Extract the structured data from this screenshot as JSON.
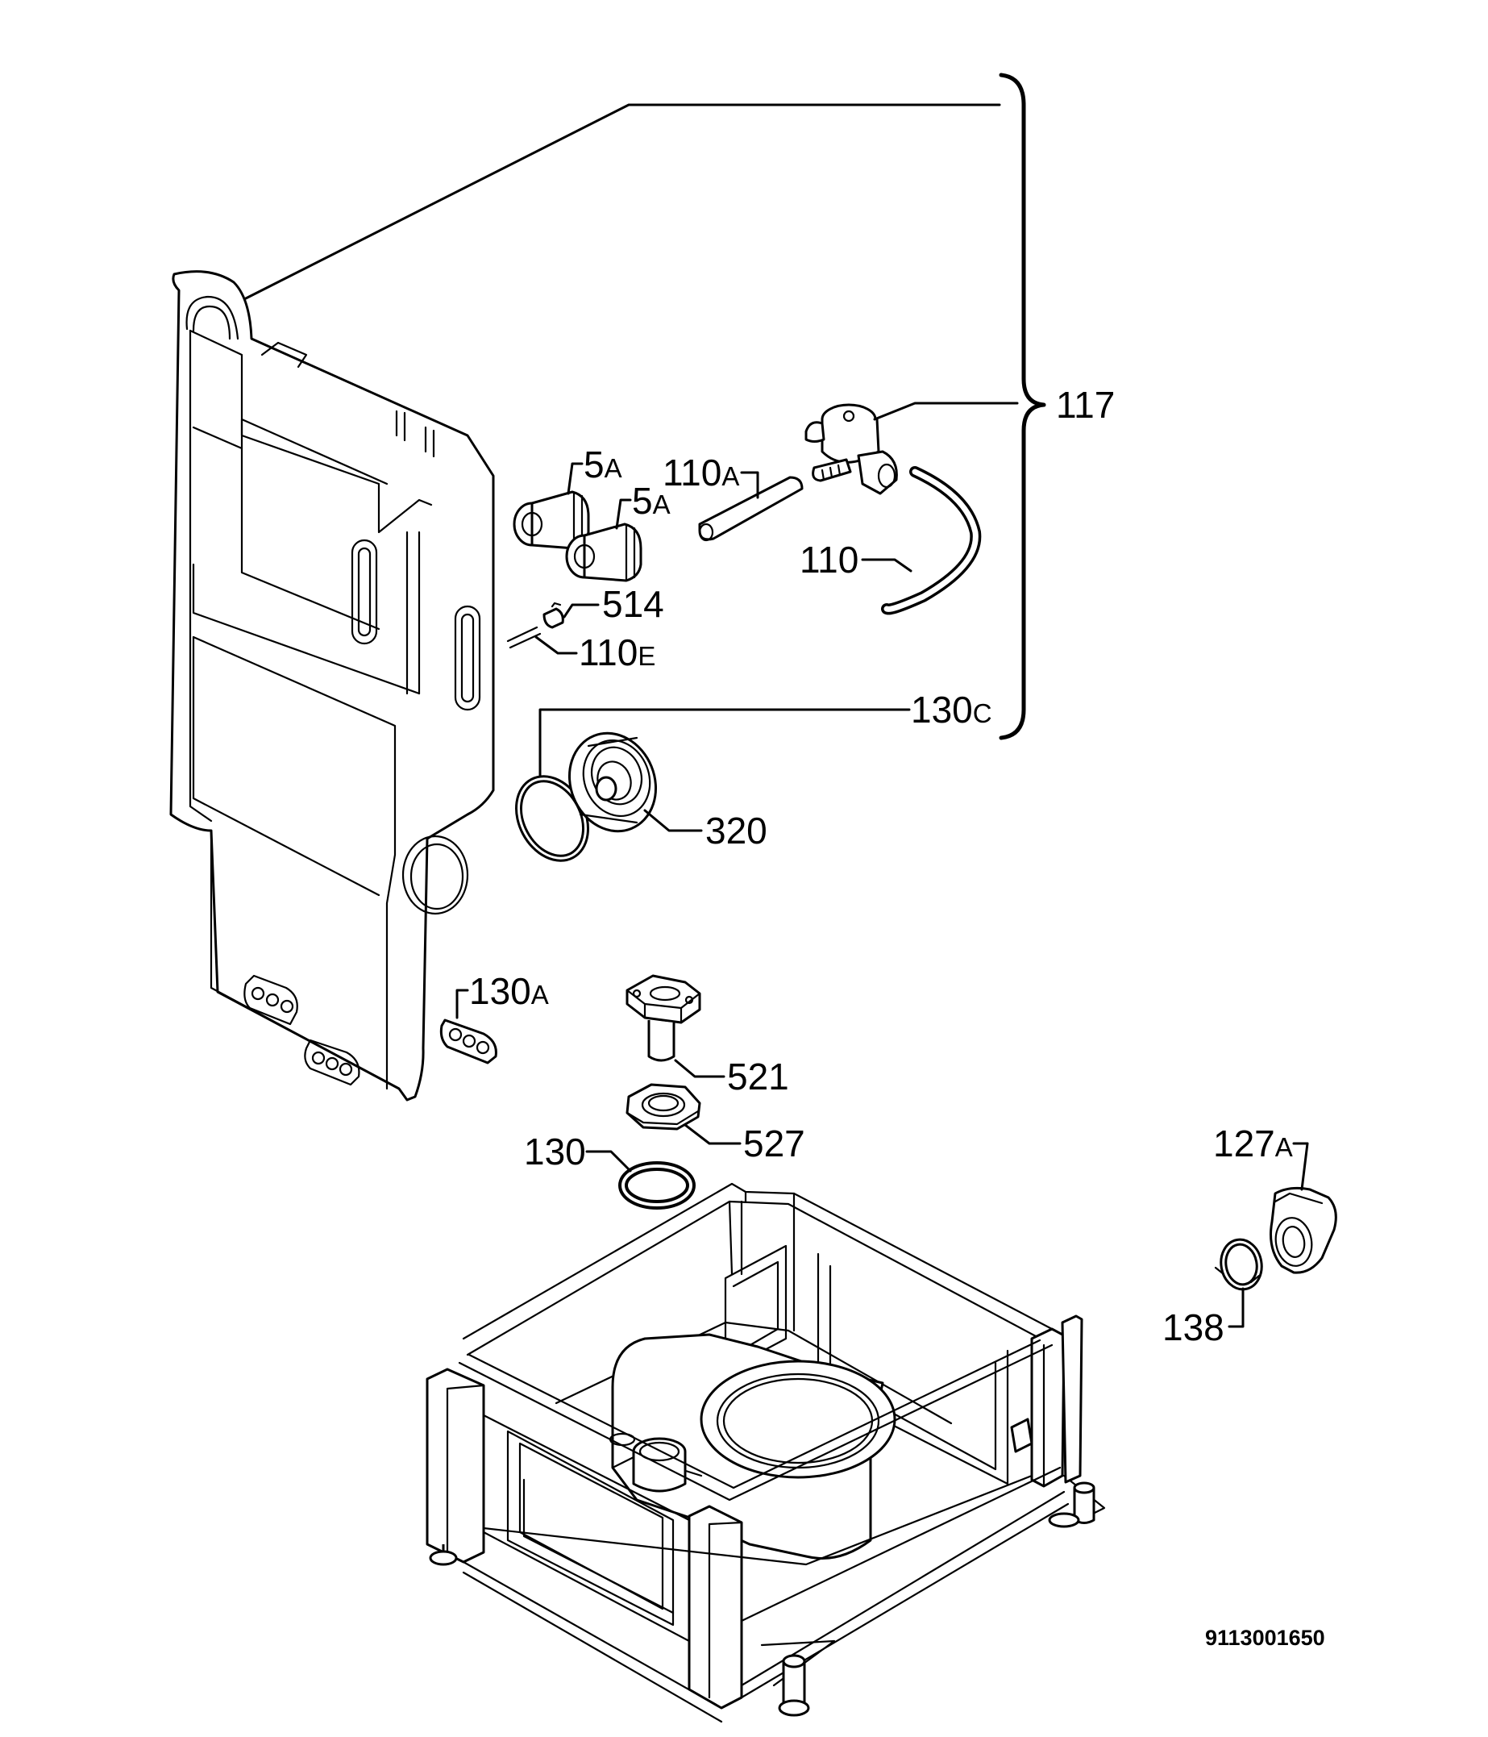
{
  "labels": {
    "l117": "117",
    "l5a_1": {
      "num": "5",
      "suffix": "A"
    },
    "l5a_2": {
      "num": "5",
      "suffix": "A"
    },
    "l110a": {
      "num": "110",
      "suffix": "A"
    },
    "l110": "110",
    "l514": "514",
    "l110e": {
      "num": "110",
      "suffix": "E"
    },
    "l130c": {
      "num": "130",
      "suffix": "C"
    },
    "l320": "320",
    "l130a": {
      "num": "130",
      "suffix": "A"
    },
    "l521": "521",
    "l527": "527",
    "l130": "130",
    "l127a": {
      "num": "127",
      "suffix": "A"
    },
    "l138": "138"
  },
  "drawing_code": "9113001650"
}
